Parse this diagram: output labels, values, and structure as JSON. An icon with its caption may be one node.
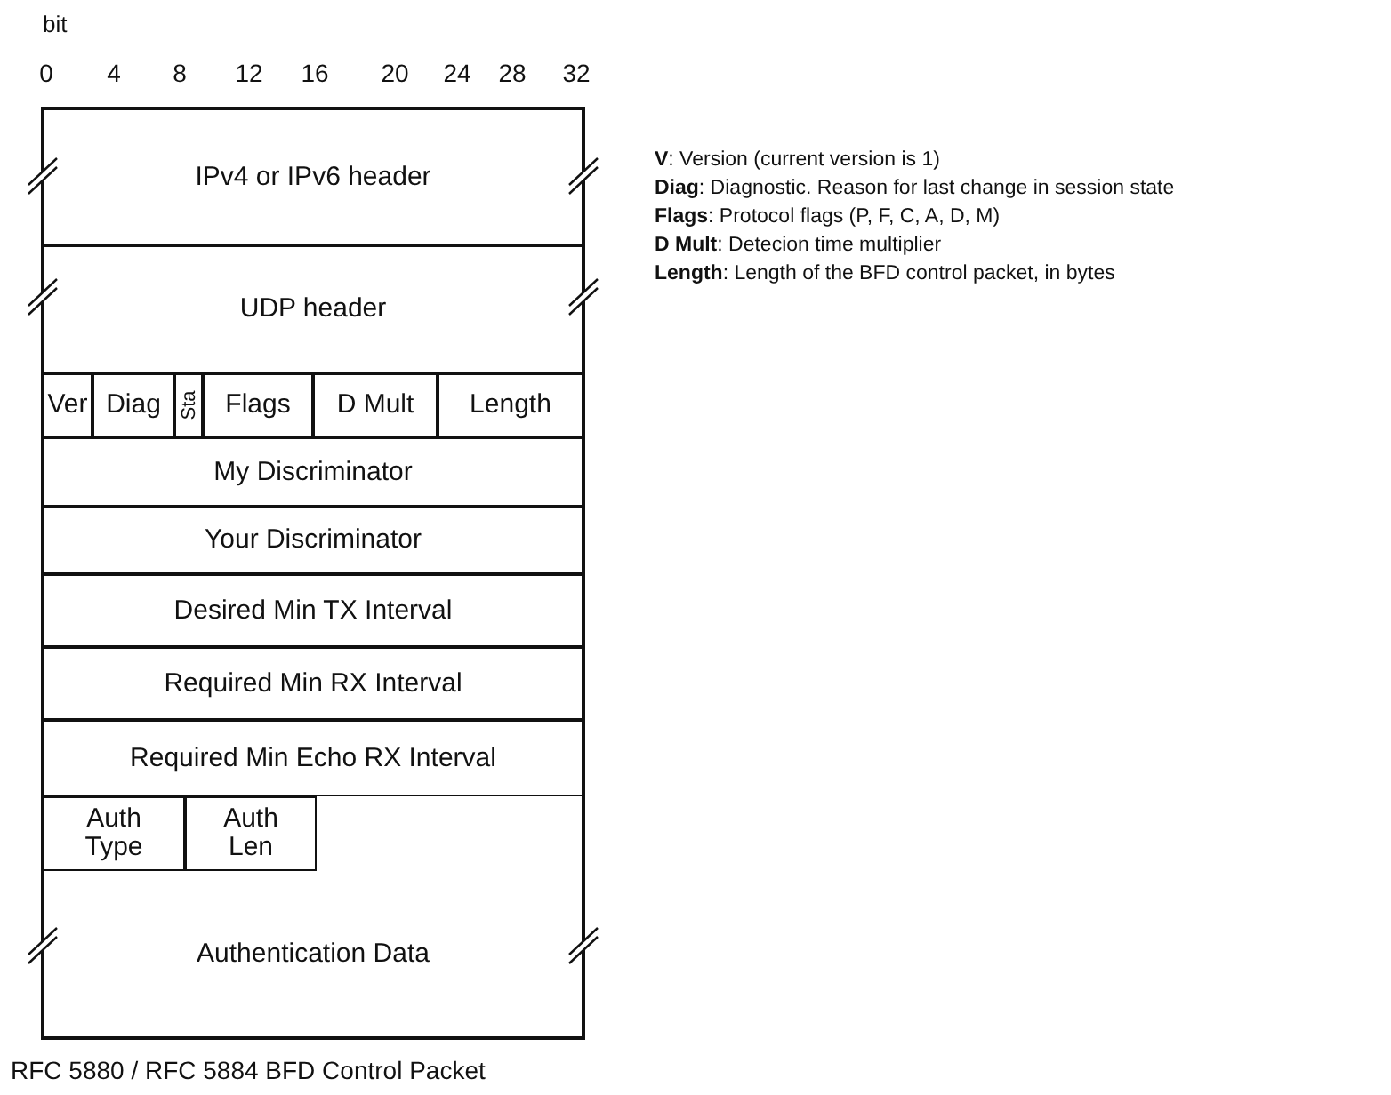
{
  "diagram": {
    "caption": "RFC 5880 / RFC 5884 BFD Control Packet",
    "nodes": [
      {
        "text": [
          "IPv4 or IPv6 header"
        ]
      },
      {
        "text": [
          "UDP header"
        ]
      },
      {
        "text": [
          "Ver"
        ]
      },
      {
        "text": [
          "Diag"
        ]
      },
      {
        "text": [
          "Sta"
        ]
      },
      {
        "text": [
          "Flags"
        ]
      },
      {
        "text": [
          "D Mult"
        ]
      },
      {
        "text": [
          "Length"
        ]
      },
      {
        "text": [
          "My Discriminator"
        ]
      },
      {
        "text": [
          "Your Discriminator"
        ]
      },
      {
        "text": [
          "Desired Min TX Interval"
        ]
      },
      {
        "text": [
          "Required Min RX Interval"
        ]
      },
      {
        "text": [
          "Required Min Echo RX Interval"
        ]
      },
      {
        "text": [
          "Auth Type"
        ]
      },
      {
        "text": [
          "Auth Len"
        ]
      },
      {
        "text": [
          "Authentication Data"
        ]
      }
    ],
    "edges": [],
    "labels": [
      "bit",
      "0",
      "4",
      "8",
      "12",
      "16",
      "20",
      "24",
      "28",
      "32",
      "**V**: Version (current version is 1)",
      "**Diag**: Diagnostic. Reason for last change in session state",
      "**Flags**: Protocol flags (P, F, C, A, D, M)",
      "**D Mult**: Detecion time multiplier",
      "**Length**: Length of the BFD control packet, in bytes"
    ]
  }
}
